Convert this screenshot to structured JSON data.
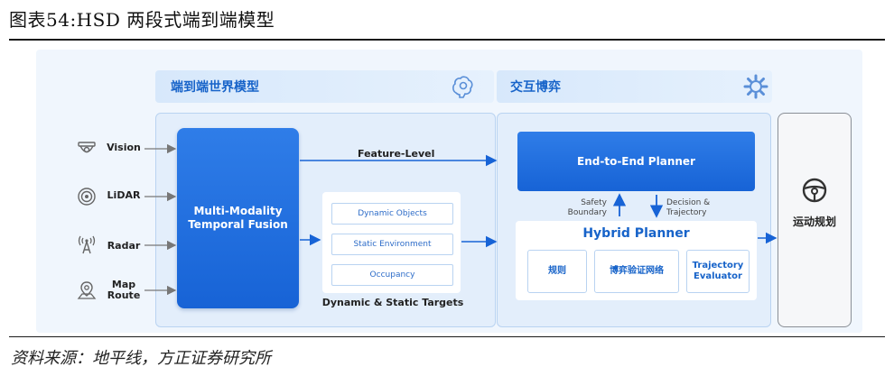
{
  "figure_title": "图表54:HSD 两段式端到端模型",
  "source_note": "资料来源：地平线，方正证券研究所",
  "left_section": {
    "title": "端到端世界模型",
    "icon": "brain-gear-icon"
  },
  "right_section": {
    "title": "交互博弈",
    "icon": "gear-icon"
  },
  "sensors": [
    {
      "label": "Vision",
      "icon": "camera-icon"
    },
    {
      "label": "LiDAR",
      "icon": "lidar-icon"
    },
    {
      "label": "Radar",
      "icon": "radar-icon"
    },
    {
      "label": "Map\nRoute",
      "icon": "map-pin-icon"
    }
  ],
  "fusion": {
    "label": "Multi-Modality\nTemporal Fusion"
  },
  "feature_level_label": "Feature-Level",
  "targets": {
    "items": [
      "Dynamic Objects",
      "Static Environment",
      "Occupancy"
    ],
    "caption": "Dynamic & Static Targets"
  },
  "end_to_end_planner": "End-to-End Planner",
  "feedback": {
    "up_label": "Safety\nBoundary",
    "down_label": "Decision &\nTrajectory"
  },
  "hybrid_planner": {
    "title": "Hybrid Planner",
    "items": [
      "规则",
      "博弈验证网络",
      "Trajectory\nEvaluator"
    ]
  },
  "motion_planning": {
    "label": "运动规划",
    "icon": "steering-wheel-icon"
  },
  "colors": {
    "primary_blue": "#1763d6",
    "panel_blue": "#e3eefb",
    "accent_blue": "#1763c9"
  }
}
